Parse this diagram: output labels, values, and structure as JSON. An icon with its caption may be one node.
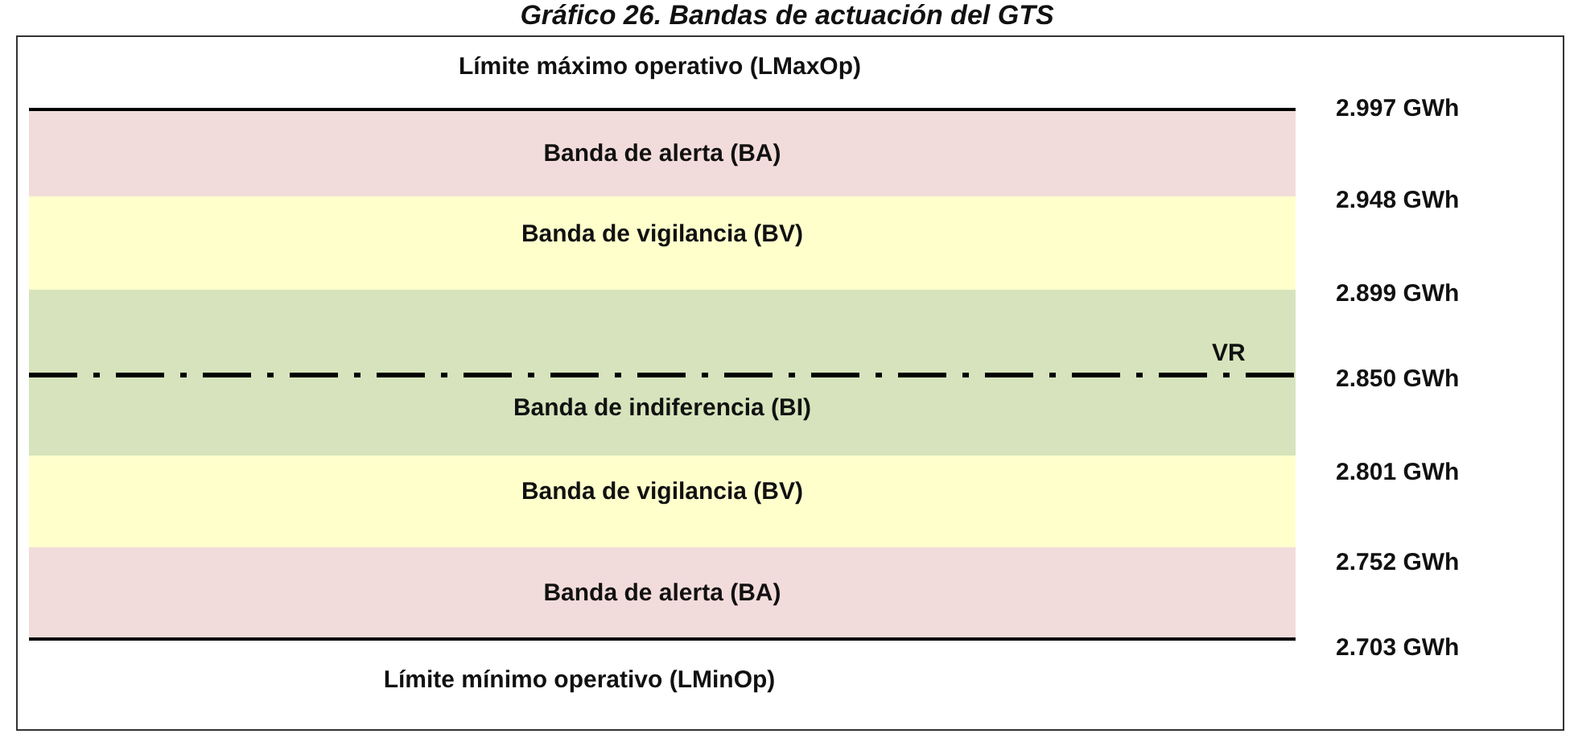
{
  "diagram": {
    "title": "Gráfico 26. Bandas de actuación del GTS",
    "nodes": [
      {
        "text": [
          "Banda de alerta (BA)"
        ]
      },
      {
        "text": [
          "Banda de vigilancia (BV)"
        ]
      },
      {
        "text": [
          "Banda de indiferencia (BI)"
        ]
      },
      {
        "text": [
          "Banda de vigilancia (BV)"
        ]
      },
      {
        "text": [
          "Banda de alerta (BA)"
        ]
      }
    ],
    "edges": [],
    "labels": [
      "Límite máximo operativo (LMaxOp)",
      "2.997 GWh",
      "2.948 GWh",
      "2.899 GWh",
      "VR",
      "2.850 GWh",
      "2.801 GWh",
      "2.752 GWh",
      "2.703 GWh",
      "Límite mínimo operativo (LMinOp)"
    ]
  }
}
